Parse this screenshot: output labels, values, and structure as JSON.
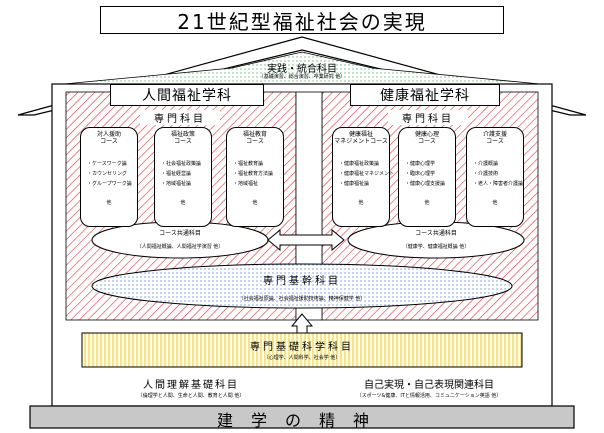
{
  "title": "21世紀型福祉社会の実現",
  "roof": {
    "label": "実践・統合科目",
    "sub": "（基礎演習、総合演習、卒業研究 他）"
  },
  "departments": [
    {
      "name": "人間福祉学科",
      "subtitle": "専門科目",
      "courses": [
        {
          "title": "対人援助\nコース",
          "items": [
            "・ケースワーク論",
            "・カウンセリング",
            "・グループワーク論"
          ],
          "foot": "他"
        },
        {
          "title": "福祉政策\nコース",
          "items": [
            "・社会福祉政策論",
            "・福祉経営論",
            "・地域福祉論"
          ],
          "foot": "他"
        },
        {
          "title": "福祉教育\nコース",
          "items": [
            "・福祉教育論",
            "・福祉教育方法論",
            "・地域福祉"
          ],
          "foot": "他"
        }
      ],
      "common": {
        "title": "コース共通科目",
        "sub": "〔人間福祉概論、人間福祉学演習 他〕"
      }
    },
    {
      "name": "健康福祉学科",
      "subtitle": "専門科目",
      "courses": [
        {
          "title": "健康福祉\nマネジメントコース",
          "items": [
            "・健康福祉政策論",
            "・健康福祉マネジメント",
            "・健康福祉論"
          ],
          "foot": "他"
        },
        {
          "title": "健康心理\nコース",
          "items": [
            "・健康心理学",
            "・臨床心理学",
            "・健康心理支援論"
          ],
          "foot": "他"
        },
        {
          "title": "介護支援\nコース",
          "items": [
            "・介護概論",
            "・介護技術",
            "・老人・障害者介護論"
          ],
          "foot": "他"
        }
      ],
      "common": {
        "title": "コース共通科目",
        "sub": "〔健康学、健康福祉概論 他〕"
      }
    }
  ],
  "specialized_basic": {
    "label": "専門基幹科目",
    "sub": "〔社会福祉原論、社会福祉援助技術論、精神保健学 他〕"
  },
  "foundation_basic": {
    "label": "専門基礎科学科目",
    "sub": "〔心理学、人間科学、社会学 他〕"
  },
  "left_base": {
    "label": "人間理解基礎科目",
    "sub": "〔倫理学と人間、生命と人間、教育と人間 他〕"
  },
  "right_base": {
    "label": "自己実現・自己表現関連科目",
    "sub": "〔スポーツ&健康、ITと情報活用、コミュニケーション英語 他〕"
  },
  "foundation": "建学の精神"
}
